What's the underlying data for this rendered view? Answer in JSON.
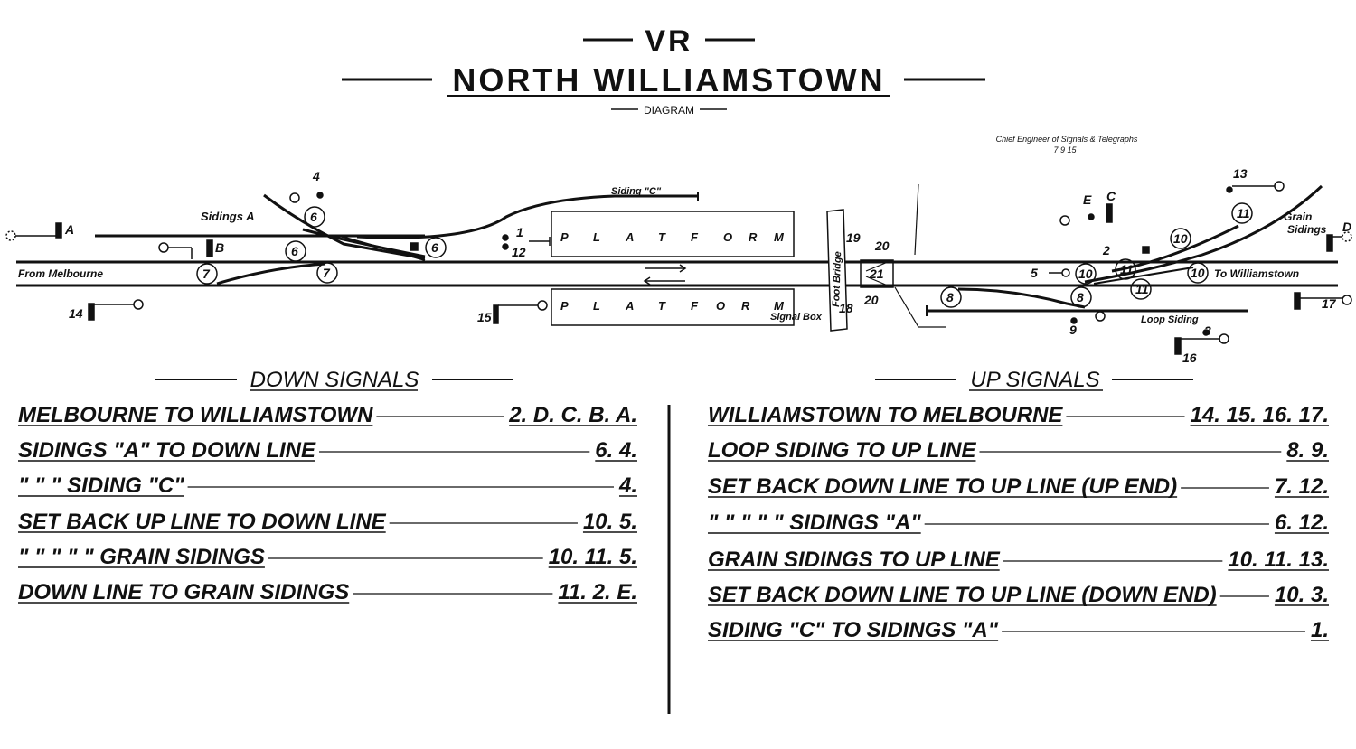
{
  "header": {
    "railway": "VR",
    "station": "NORTH WILLIAMSTOWN",
    "subtitle": "DIAGRAM",
    "approval": "Chief Engineer of Signals & Telegraphs",
    "approval_date": "7 9 15"
  },
  "diagram": {
    "from_label": "From Melbourne",
    "to_label": "To Williamstown",
    "sidings_a": "Sidings A",
    "siding_c": "Siding \"C\"",
    "grain_sidings_1": "Grain",
    "grain_sidings_2": "Sidings",
    "loop_siding": "Loop Siding",
    "signal_box": "Signal Box",
    "foot_bridge": "Foot Bridge",
    "platform_letters": [
      "P",
      "L",
      "A",
      "T",
      "F",
      "O",
      "R",
      "M"
    ],
    "signal_labels": [
      "A",
      "B",
      "C",
      "D",
      "E",
      "1",
      "2",
      "3",
      "4",
      "5",
      "6",
      "7",
      "8",
      "9",
      "10",
      "11",
      "12",
      "13",
      "14",
      "15",
      "16",
      "17",
      "18",
      "19",
      "20",
      "21"
    ]
  },
  "down_signals": {
    "heading": "DOWN SIGNALS",
    "rows": [
      {
        "route": "MELBOURNE TO WILLIAMSTOWN",
        "signals": "2. D. C. B. A."
      },
      {
        "route": "SIDINGS \"A\" TO DOWN LINE",
        "signals": "6. 4."
      },
      {
        "route": "\"   \"  \"  SIDING \"C\"",
        "signals": "4."
      },
      {
        "route": "SET BACK UP LINE TO DOWN LINE",
        "signals": "10. 5."
      },
      {
        "route": "\"   \"   \"   \"   \"  GRAIN SIDINGS",
        "signals": "10. 11. 5."
      },
      {
        "route": "DOWN LINE TO GRAIN SIDINGS",
        "signals": "11. 2. E."
      }
    ]
  },
  "up_signals": {
    "heading": "UP SIGNALS",
    "rows": [
      {
        "route": "WILLIAMSTOWN TO MELBOURNE",
        "signals": "14. 15. 16. 17."
      },
      {
        "route": "LOOP SIDING TO UP LINE",
        "signals": "8. 9."
      },
      {
        "route": "SET BACK DOWN LINE TO UP LINE (UP END)",
        "signals": "7. 12."
      },
      {
        "route": "\"   \"   \"   \"  \" SIDINGS \"A\"",
        "signals": "6. 12."
      },
      {
        "route": "GRAIN SIDINGS TO UP LINE",
        "signals": "10. 11. 13."
      },
      {
        "route": "SET BACK DOWN LINE TO UP LINE (DOWN END)",
        "signals": "10. 3."
      },
      {
        "route": "SIDING \"C\" TO SIDINGS \"A\"",
        "signals": "1."
      }
    ]
  }
}
